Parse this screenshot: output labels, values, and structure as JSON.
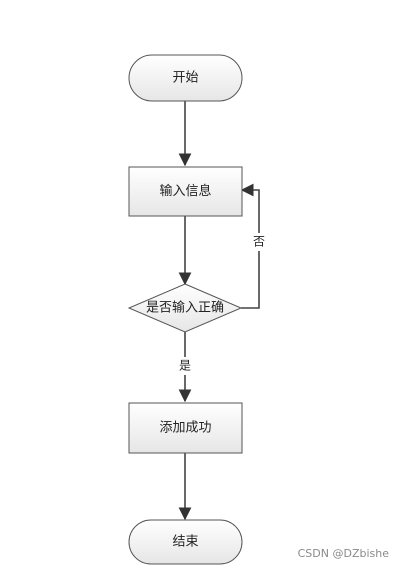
{
  "nodes": {
    "start": "开始",
    "input_info": "输入信息",
    "decision": "是否输入正确",
    "success": "添加成功",
    "end": "结束"
  },
  "edges": {
    "yes": "是",
    "no": "否"
  },
  "watermark": "CSDN @DZbishe"
}
